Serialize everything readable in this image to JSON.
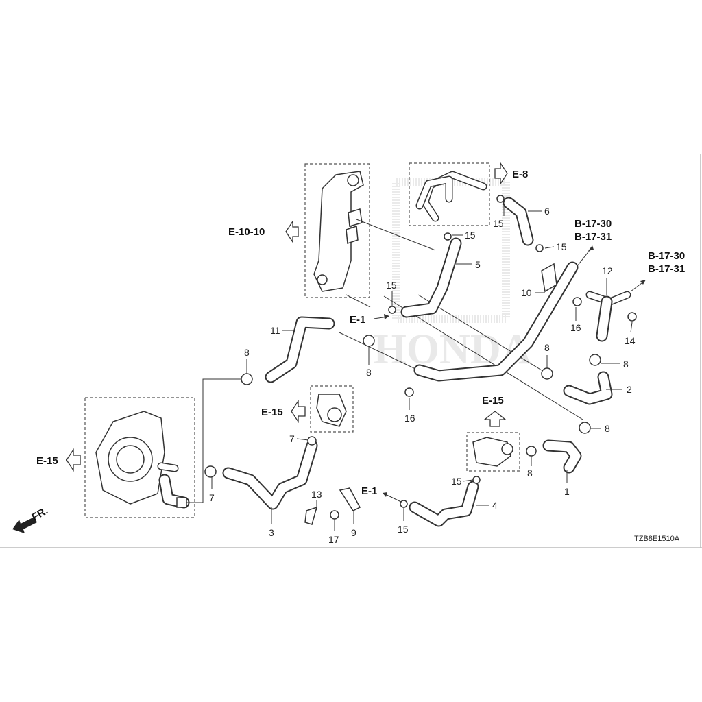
{
  "diagram": {
    "drawing_code": "TZB8E1510A",
    "front_marker": "FR.",
    "watermark": "HONDA",
    "references": {
      "e10_10": "E-10-10",
      "e8": "E-8",
      "b17_30_a": "B-17-30",
      "b17_31_a": "B-17-31",
      "b17_30_b": "B-17-30",
      "b17_31_b": "B-17-31",
      "e1_a": "E-1",
      "e1_b": "E-1",
      "e15_a": "E-15",
      "e15_b": "E-15",
      "e15_c": "E-15"
    },
    "callouts": {
      "c15a": "15",
      "c6": "6",
      "c15b": "15",
      "c5": "5",
      "c15c": "15",
      "c10": "10",
      "c12": "12",
      "c16a": "16",
      "c14": "14",
      "c15d": "15",
      "c11": "11",
      "c8a": "8",
      "c8b": "8",
      "c8c": "8",
      "c8d": "8",
      "c2": "2",
      "c16b": "16",
      "c8e": "8",
      "c7a": "7",
      "c1": "1",
      "c8f": "8",
      "c15e": "15",
      "c4": "4",
      "c7b": "7",
      "c13": "13",
      "c3": "3",
      "c17": "17",
      "c9": "9",
      "c15f": "15"
    }
  }
}
